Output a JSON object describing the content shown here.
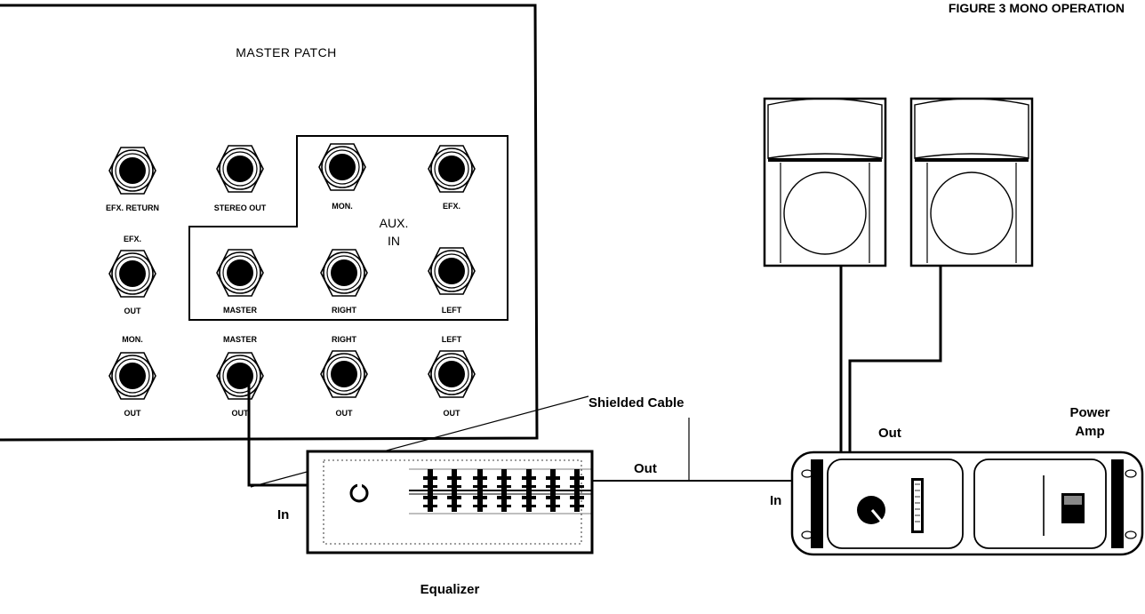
{
  "figure_title": "FIGURE 3 MONO OPERATION",
  "panel": {
    "title": "MASTER PATCH",
    "aux_in_line1": "AUX.",
    "aux_in_line2": "IN",
    "jack_labels": {
      "efx_return": "EFX. RETURN",
      "stereo_out": "STEREO OUT",
      "aux_mon": "MON.",
      "aux_efx": "EFX.",
      "efx_top": "EFX.",
      "efx_out": "OUT",
      "aux_master": "MASTER",
      "aux_right": "RIGHT",
      "aux_left": "LEFT",
      "mon_top": "MON.",
      "master_top": "MASTER",
      "right_top": "RIGHT",
      "left_top": "LEFT",
      "mon_out": "OUT",
      "master_out": "OUT",
      "right_out": "OUT",
      "left_out": "OUT"
    }
  },
  "labels": {
    "shielded_cable": "Shielded Cable",
    "eq_in": "In",
    "eq_out": "Out",
    "amp_in": "In",
    "amp_out": "Out",
    "power_amp_line1": "Power",
    "power_amp_line2": "Amp",
    "equalizer": "Equalizer"
  },
  "icons": {
    "jack": "phone-jack-icon",
    "speaker": "speaker-cabinet-icon",
    "equalizer": "graphic-equalizer-icon",
    "amplifier": "power-amplifier-icon"
  }
}
